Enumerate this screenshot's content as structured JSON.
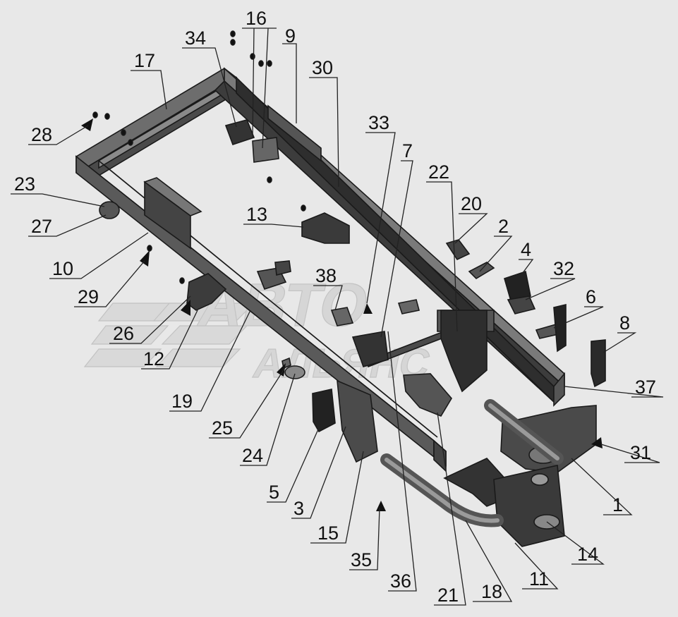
{
  "watermark": {
    "line1": "АВТО",
    "line2": "АЛЬЯНС"
  },
  "callouts": [
    {
      "id": "16",
      "text": "16"
    },
    {
      "id": "34",
      "text": "34"
    },
    {
      "id": "9",
      "text": "9"
    },
    {
      "id": "17",
      "text": "17"
    },
    {
      "id": "30",
      "text": "30"
    },
    {
      "id": "28",
      "text": "28"
    },
    {
      "id": "33",
      "text": "33"
    },
    {
      "id": "7",
      "text": "7"
    },
    {
      "id": "22",
      "text": "22"
    },
    {
      "id": "23",
      "text": "23"
    },
    {
      "id": "20",
      "text": "20"
    },
    {
      "id": "13",
      "text": "13"
    },
    {
      "id": "27",
      "text": "27"
    },
    {
      "id": "2",
      "text": "2"
    },
    {
      "id": "4",
      "text": "4"
    },
    {
      "id": "32",
      "text": "32"
    },
    {
      "id": "10",
      "text": "10"
    },
    {
      "id": "38",
      "text": "38"
    },
    {
      "id": "29",
      "text": "29"
    },
    {
      "id": "6",
      "text": "6"
    },
    {
      "id": "8",
      "text": "8"
    },
    {
      "id": "26",
      "text": "26"
    },
    {
      "id": "12",
      "text": "12"
    },
    {
      "id": "37",
      "text": "37"
    },
    {
      "id": "19",
      "text": "19"
    },
    {
      "id": "25",
      "text": "25"
    },
    {
      "id": "31",
      "text": "31"
    },
    {
      "id": "24",
      "text": "24"
    },
    {
      "id": "1",
      "text": "1"
    },
    {
      "id": "5",
      "text": "5"
    },
    {
      "id": "3",
      "text": "3"
    },
    {
      "id": "15",
      "text": "15"
    },
    {
      "id": "14",
      "text": "14"
    },
    {
      "id": "35",
      "text": "35"
    },
    {
      "id": "11",
      "text": "11"
    },
    {
      "id": "36",
      "text": "36"
    },
    {
      "id": "21",
      "text": "21"
    },
    {
      "id": "18",
      "text": "18"
    }
  ]
}
